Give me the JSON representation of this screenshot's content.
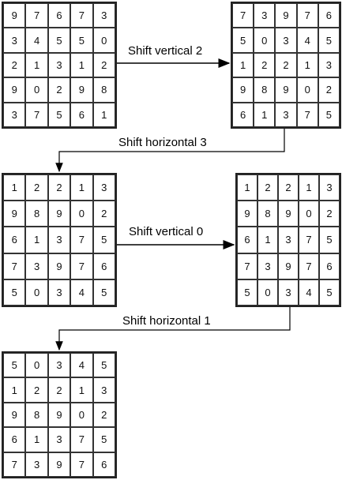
{
  "grids": [
    {
      "id": "initial",
      "rows": [
        [
          "9",
          "7",
          "6",
          "7",
          "3"
        ],
        [
          "3",
          "4",
          "5",
          "5",
          "0"
        ],
        [
          "2",
          "1",
          "3",
          "1",
          "2"
        ],
        [
          "9",
          "0",
          "2",
          "9",
          "8"
        ],
        [
          "3",
          "7",
          "5",
          "6",
          "1"
        ]
      ]
    },
    {
      "id": "after-vertical-2",
      "rows": [
        [
          "7",
          "3",
          "9",
          "7",
          "6"
        ],
        [
          "5",
          "0",
          "3",
          "4",
          "5"
        ],
        [
          "1",
          "2",
          "2",
          "1",
          "3"
        ],
        [
          "9",
          "8",
          "9",
          "0",
          "2"
        ],
        [
          "6",
          "1",
          "3",
          "7",
          "5"
        ]
      ]
    },
    {
      "id": "after-horizontal-3",
      "rows": [
        [
          "1",
          "2",
          "2",
          "1",
          "3"
        ],
        [
          "9",
          "8",
          "9",
          "0",
          "2"
        ],
        [
          "6",
          "1",
          "3",
          "7",
          "5"
        ],
        [
          "7",
          "3",
          "9",
          "7",
          "6"
        ],
        [
          "5",
          "0",
          "3",
          "4",
          "5"
        ]
      ]
    },
    {
      "id": "after-vertical-0",
      "rows": [
        [
          "1",
          "2",
          "2",
          "1",
          "3"
        ],
        [
          "9",
          "8",
          "9",
          "0",
          "2"
        ],
        [
          "6",
          "1",
          "3",
          "7",
          "5"
        ],
        [
          "7",
          "3",
          "9",
          "7",
          "6"
        ],
        [
          "5",
          "0",
          "3",
          "4",
          "5"
        ]
      ]
    },
    {
      "id": "after-horizontal-1",
      "rows": [
        [
          "5",
          "0",
          "3",
          "4",
          "5"
        ],
        [
          "1",
          "2",
          "2",
          "1",
          "3"
        ],
        [
          "9",
          "8",
          "9",
          "0",
          "2"
        ],
        [
          "6",
          "1",
          "3",
          "7",
          "5"
        ],
        [
          "7",
          "3",
          "9",
          "7",
          "6"
        ]
      ]
    }
  ],
  "labels": {
    "shift_vertical_2": "Shift vertical 2",
    "shift_horizontal_3": "Shift horizontal 3",
    "shift_vertical_0": "Shift vertical 0",
    "shift_horizontal_1": "Shift horizontal 1"
  }
}
